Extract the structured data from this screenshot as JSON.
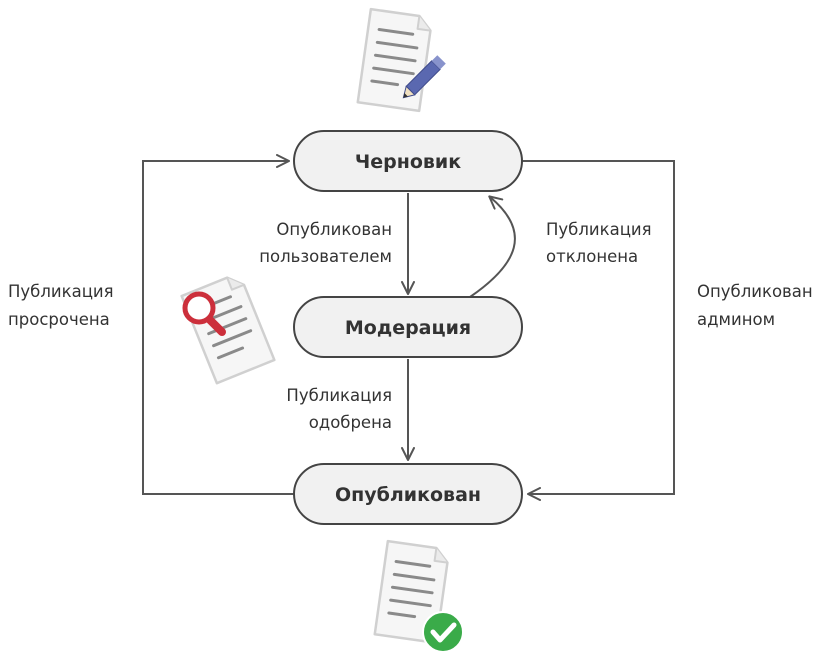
{
  "states": {
    "draft": {
      "label": "Черновик"
    },
    "moderation": {
      "label": "Модерация"
    },
    "published": {
      "label": "Опубликован"
    }
  },
  "transitions": {
    "published_by_user": {
      "lines": [
        "Опубликован",
        "пользователем"
      ]
    },
    "publication_rejected": {
      "lines": [
        "Публикация",
        "отклонена"
      ]
    },
    "publication_approved": {
      "lines": [
        "Публикация",
        "одобрена"
      ]
    },
    "publication_expired": {
      "lines": [
        "Публикация",
        "просрочена"
      ]
    },
    "published_by_admin": {
      "lines": [
        "Опубликован",
        "админом"
      ]
    }
  },
  "icons": {
    "draft": "document-pencil-icon",
    "moderation": "document-magnifier-icon",
    "published": "document-checkmark-icon"
  },
  "colors": {
    "state_fill": "#f1f1f1",
    "state_border": "#444444",
    "connector": "#555555",
    "pencil": "#5a68b0",
    "magnifier": "#cc2f3b",
    "checkmark": "#3aab49"
  }
}
